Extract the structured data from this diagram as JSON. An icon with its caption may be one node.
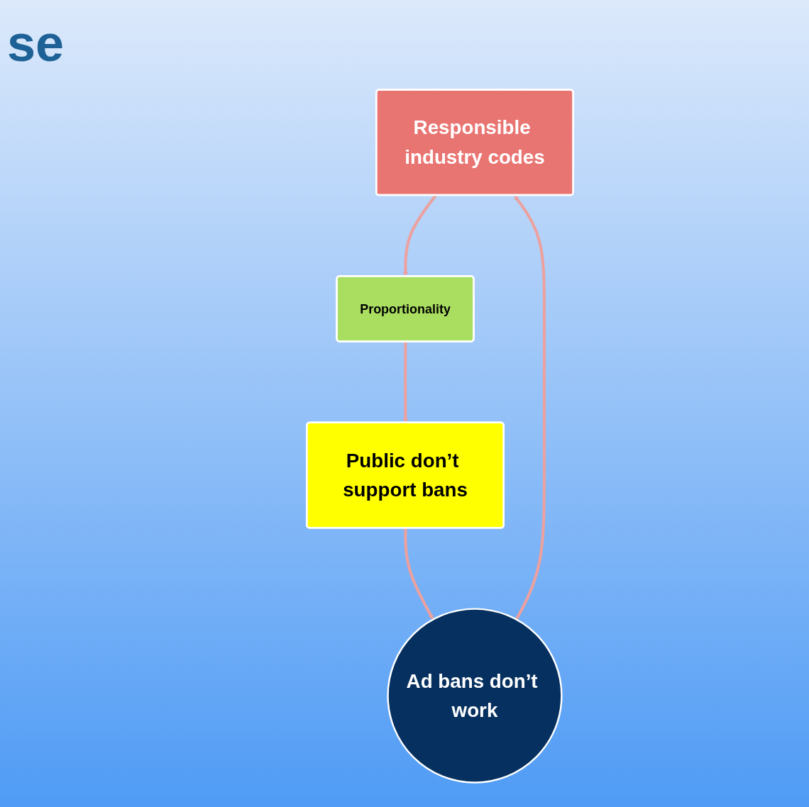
{
  "diagram": {
    "title": "se",
    "nodes": [
      {
        "text": [
          "Responsible industry codes"
        ]
      },
      {
        "text": [
          "Proportionality"
        ]
      },
      {
        "text": [
          "Public don’t support bans"
        ]
      },
      {
        "text": [
          "Ad bans don’t work"
        ]
      }
    ],
    "edges": [
      {
        "from": 0,
        "to": 1,
        "arrow": "to"
      },
      {
        "from": 1,
        "to": 2,
        "arrow": "to"
      },
      {
        "from": 2,
        "to": 3,
        "arrow": "to"
      },
      {
        "from": 3,
        "to": 0,
        "arrow": "to"
      }
    ]
  }
}
